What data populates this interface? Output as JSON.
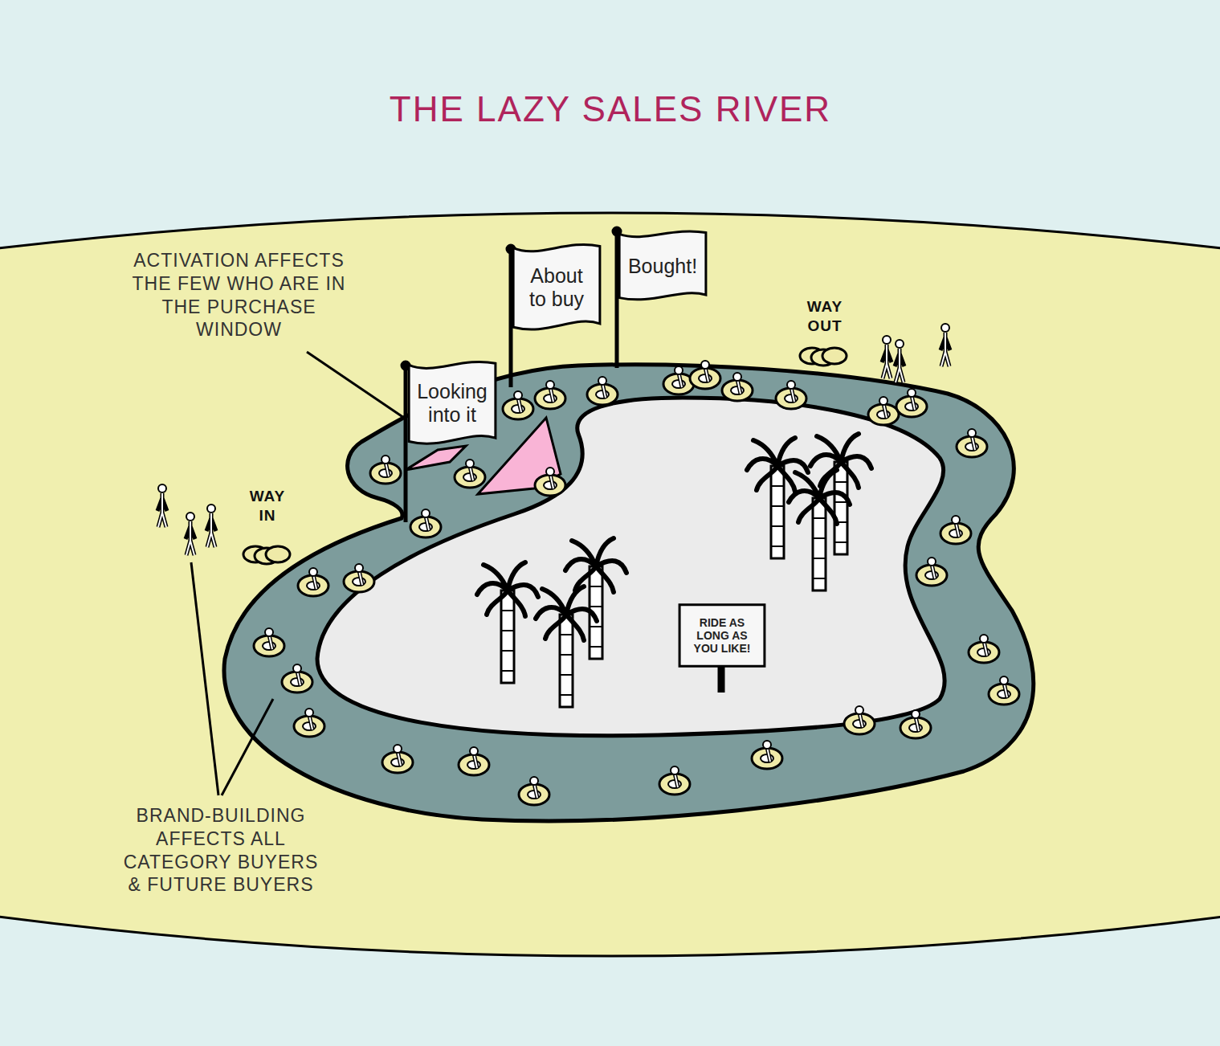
{
  "diagram": {
    "title": "THE LAZY SALES RIVER",
    "nodes": [
      {
        "text": [
          "Looking into it"
        ]
      },
      {
        "text": [
          "About to buy"
        ]
      },
      {
        "text": [
          "Bought!"
        ]
      },
      {
        "text": [
          "RIDE AS LONG AS YOU LIKE!"
        ]
      }
    ],
    "labels": [
      "ACTIVATION AFFECTS THE FEW WHO ARE IN THE PURCHASE WINDOW",
      "WAY IN",
      "WAY OUT",
      "BRAND-BUILDING AFFECTS ALL CATEGORY BUYERS & FUTURE BUYERS"
    ]
  }
}
